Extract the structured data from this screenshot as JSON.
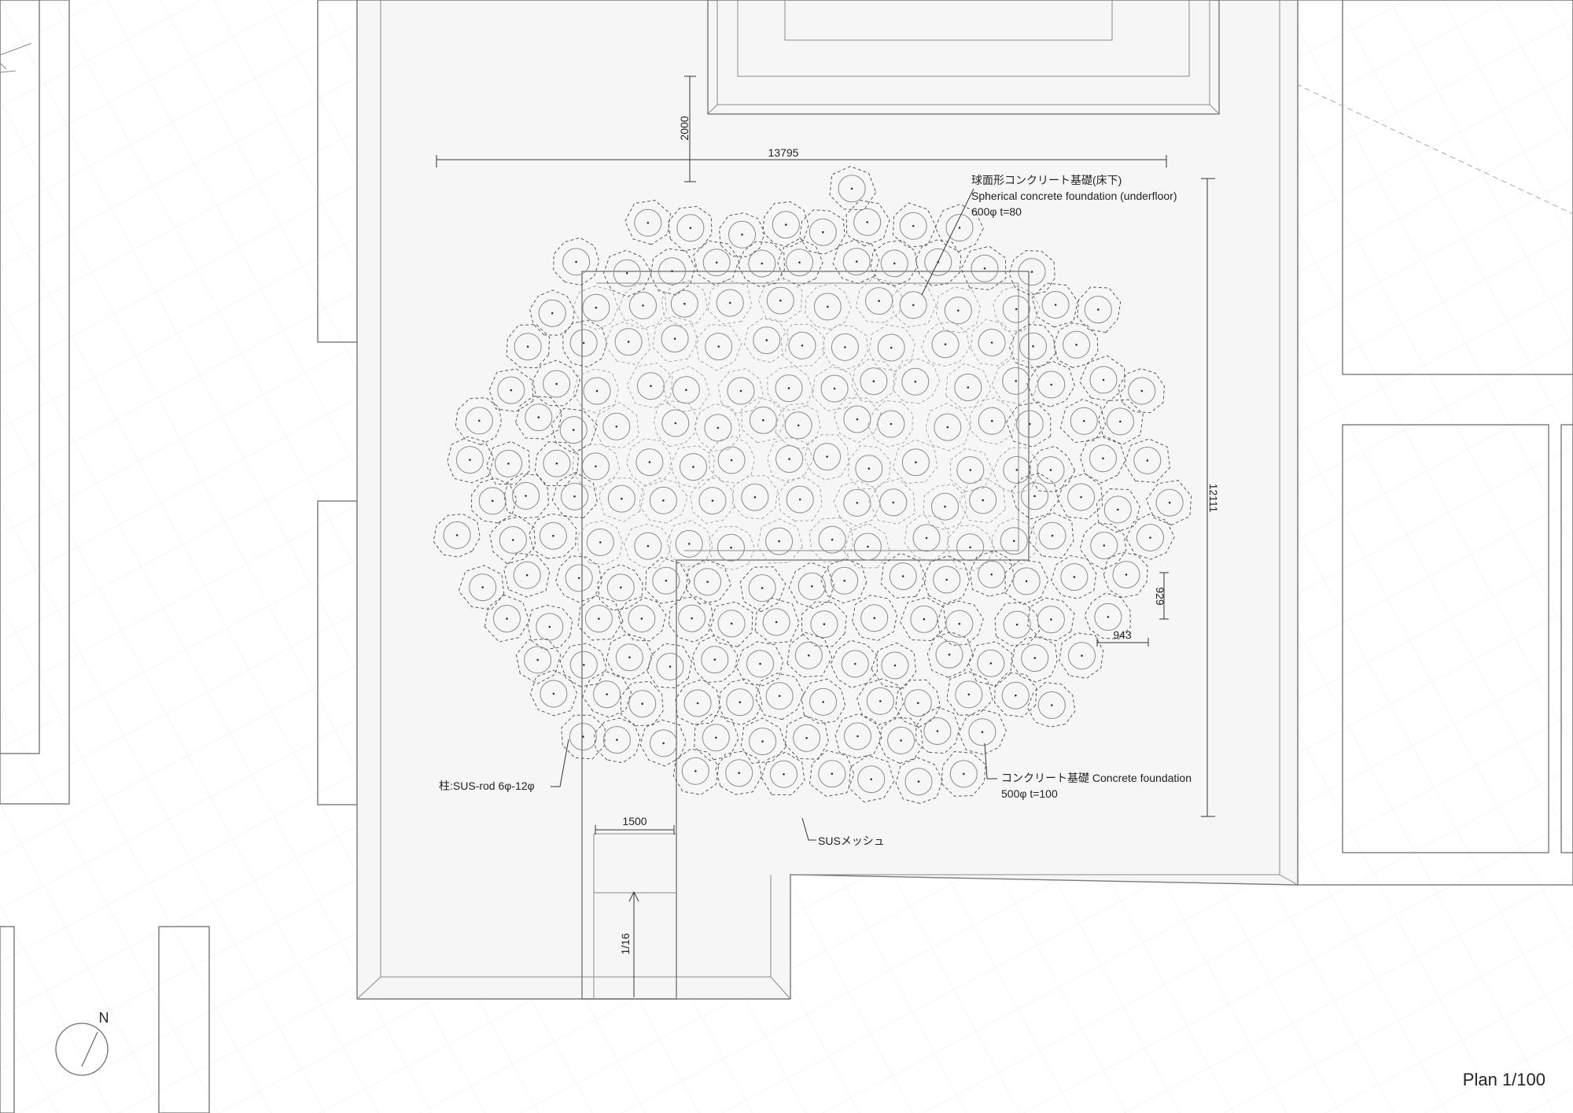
{
  "drawing": {
    "scale_title": "Plan 1/100",
    "north": "N"
  },
  "dimensions": {
    "overall_width": "13795",
    "overall_depth": "12111",
    "setback": "2000",
    "unit_depth": "929",
    "unit_width": "943",
    "path_width": "1500",
    "slope": "1/16"
  },
  "annotations": {
    "spherical_foundation": {
      "jp": "球面形コンクリート基礎(床下)",
      "en": "Spherical concrete foundation (underfloor)",
      "spec": "600φ t=80"
    },
    "concrete_foundation": {
      "line1": "コンクリート基礎 Concrete foundation",
      "spec": "500φ t=100"
    },
    "column": "柱:SUS-rod 6φ-12φ",
    "mesh": "SUSメッシュ"
  },
  "colors": {
    "line": "#6e6e6e",
    "ground": "#f6f6f6",
    "text": "#222222"
  }
}
